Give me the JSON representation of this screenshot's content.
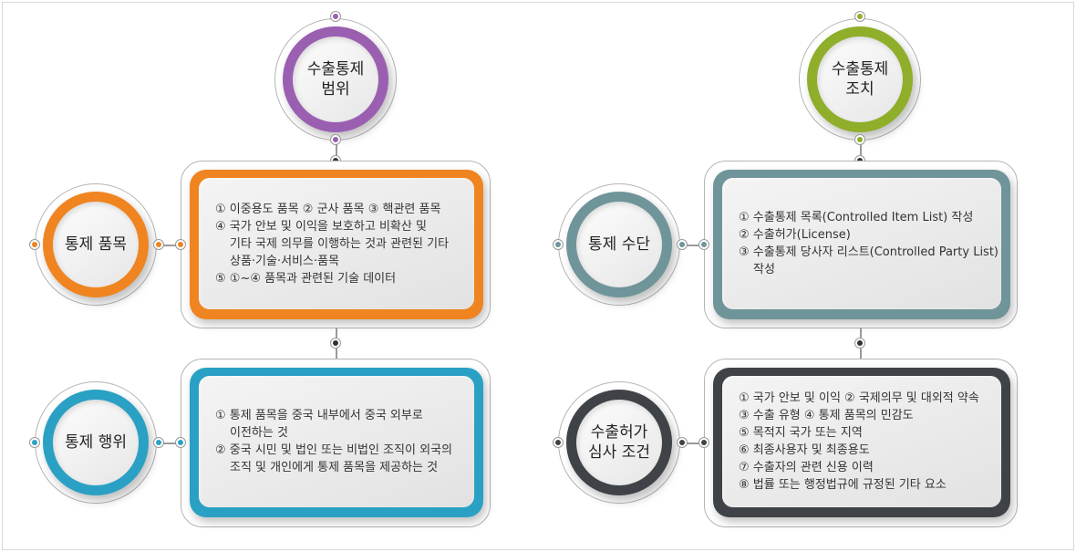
{
  "colors": {
    "purple": "#9a5fb1",
    "green": "#8fae2a",
    "orange": "#ef8420",
    "teal": "#6f9499",
    "cyan": "#2aa1c4",
    "dark": "#3f4347"
  },
  "top_left": {
    "label": "수출통제\n범위"
  },
  "top_right": {
    "label": "수출통제\n조치"
  },
  "left_sections": [
    {
      "circle_label": "통제 품목",
      "lines": [
        "① 이중용도 품목 ② 군사 품목 ③ 핵관련 품목",
        "④ 국가 안보 및 이익을 보호하고 비확산 및",
        "기타 국제 의무를 이행하는 것과 관련된 기타",
        "상품·기술·서비스·품목",
        "⑤ ①~④ 품목과 관련된 기술 데이터"
      ]
    },
    {
      "circle_label": "통제 행위",
      "lines": [
        "① 통제 품목을 중국 내부에서 중국 외부로",
        "이전하는 것",
        "② 중국 시민 및 법인 또는 비법인 조직이 외국의",
        "조직 및 개인에게 통제 품목을 제공하는 것"
      ]
    }
  ],
  "right_sections": [
    {
      "circle_label": "통제 수단",
      "lines": [
        "① 수출통제 목록(Controlled Item List) 작성",
        "② 수출허가(License)",
        "③ 수출통제 당사자 리스트(Controlled Party List)",
        "작성"
      ]
    },
    {
      "circle_label": "수출허가\n심사 조건",
      "lines": [
        "① 국가 안보 및 이익 ② 국제의무 및 대외적 약속",
        "③ 수출 유형 ④ 통제 품목의 민감도",
        "⑤ 목적지 국가 또는 지역",
        "⑥ 최종사용자 및 최종용도",
        "⑦ 수출자의 관련 신용 이력",
        "⑧ 법률 또는 행정법규에 규정된 기타 요소"
      ]
    }
  ]
}
